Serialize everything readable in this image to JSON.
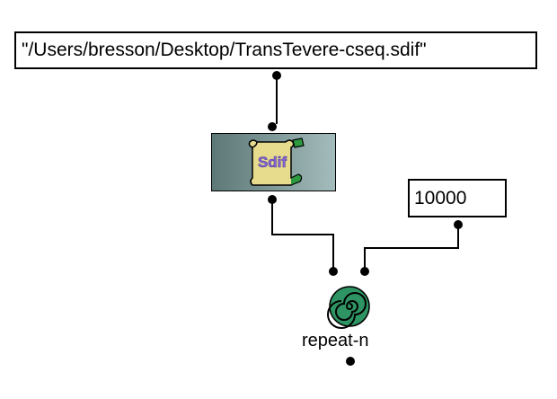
{
  "window": {
    "background": "#ffffff"
  },
  "nodes": {
    "path_box": {
      "value": "\"/Users/bresson/Desktop/TransTevere-cseq.sdif\""
    },
    "sdif_box": {
      "icon": "sdif-scroll-icon",
      "icon_text": "Sdif",
      "bg_color": "#7f9999"
    },
    "number_box": {
      "value": "10000"
    },
    "repeat_box": {
      "icon": "spiral-icon",
      "label": "repeat-n"
    }
  },
  "colors": {
    "port": "#8f93d9",
    "port_edge": "#5a5fae",
    "wire": "#000000",
    "spiral": "#2e9463",
    "scroll": "#e7db8d"
  }
}
